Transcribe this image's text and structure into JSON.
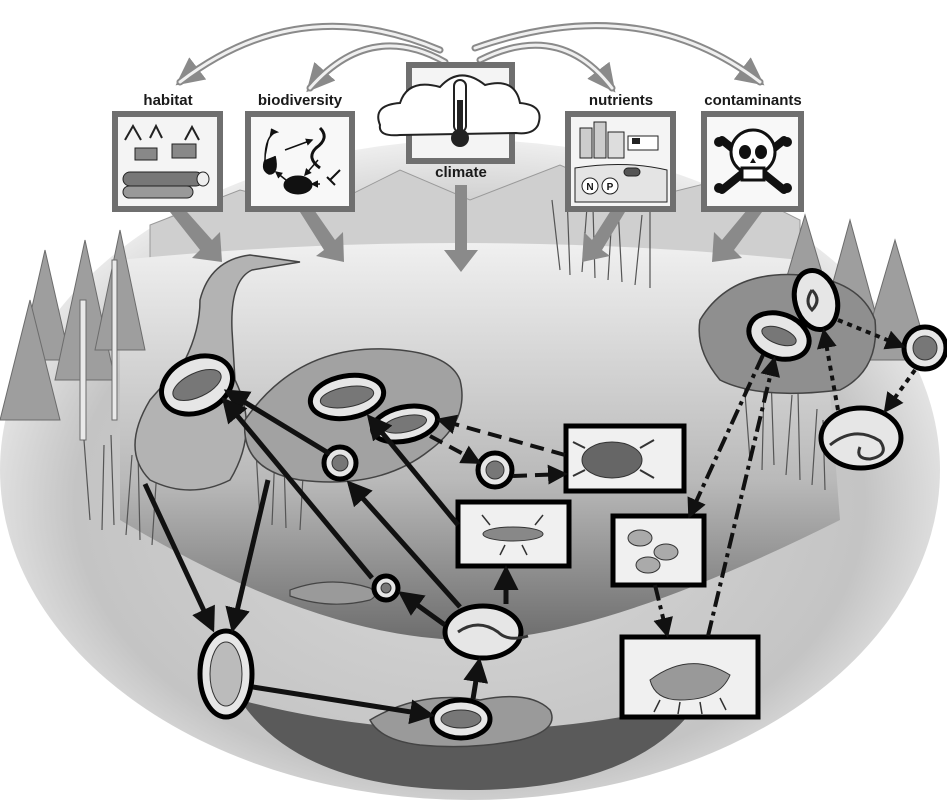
{
  "factors": {
    "habitat": "habitat",
    "biodiversity": "biodiversity",
    "climate": "climate",
    "nutrients": "nutrients",
    "contaminants": "contaminants"
  },
  "nutrient_icon": {
    "n": "N",
    "p": "P"
  },
  "icons": {
    "habitat": "tree-stump-log-icon",
    "biodiversity": "food-web-icon",
    "climate": "cloud-thermometer-icon",
    "nutrients": "farm-fertilizer-icon",
    "contaminants": "skull-crossbones-icon"
  },
  "colors": {
    "box_border": "#6f6f6f",
    "arrow_fill": "#8a8a8a",
    "ink": "#111111"
  }
}
